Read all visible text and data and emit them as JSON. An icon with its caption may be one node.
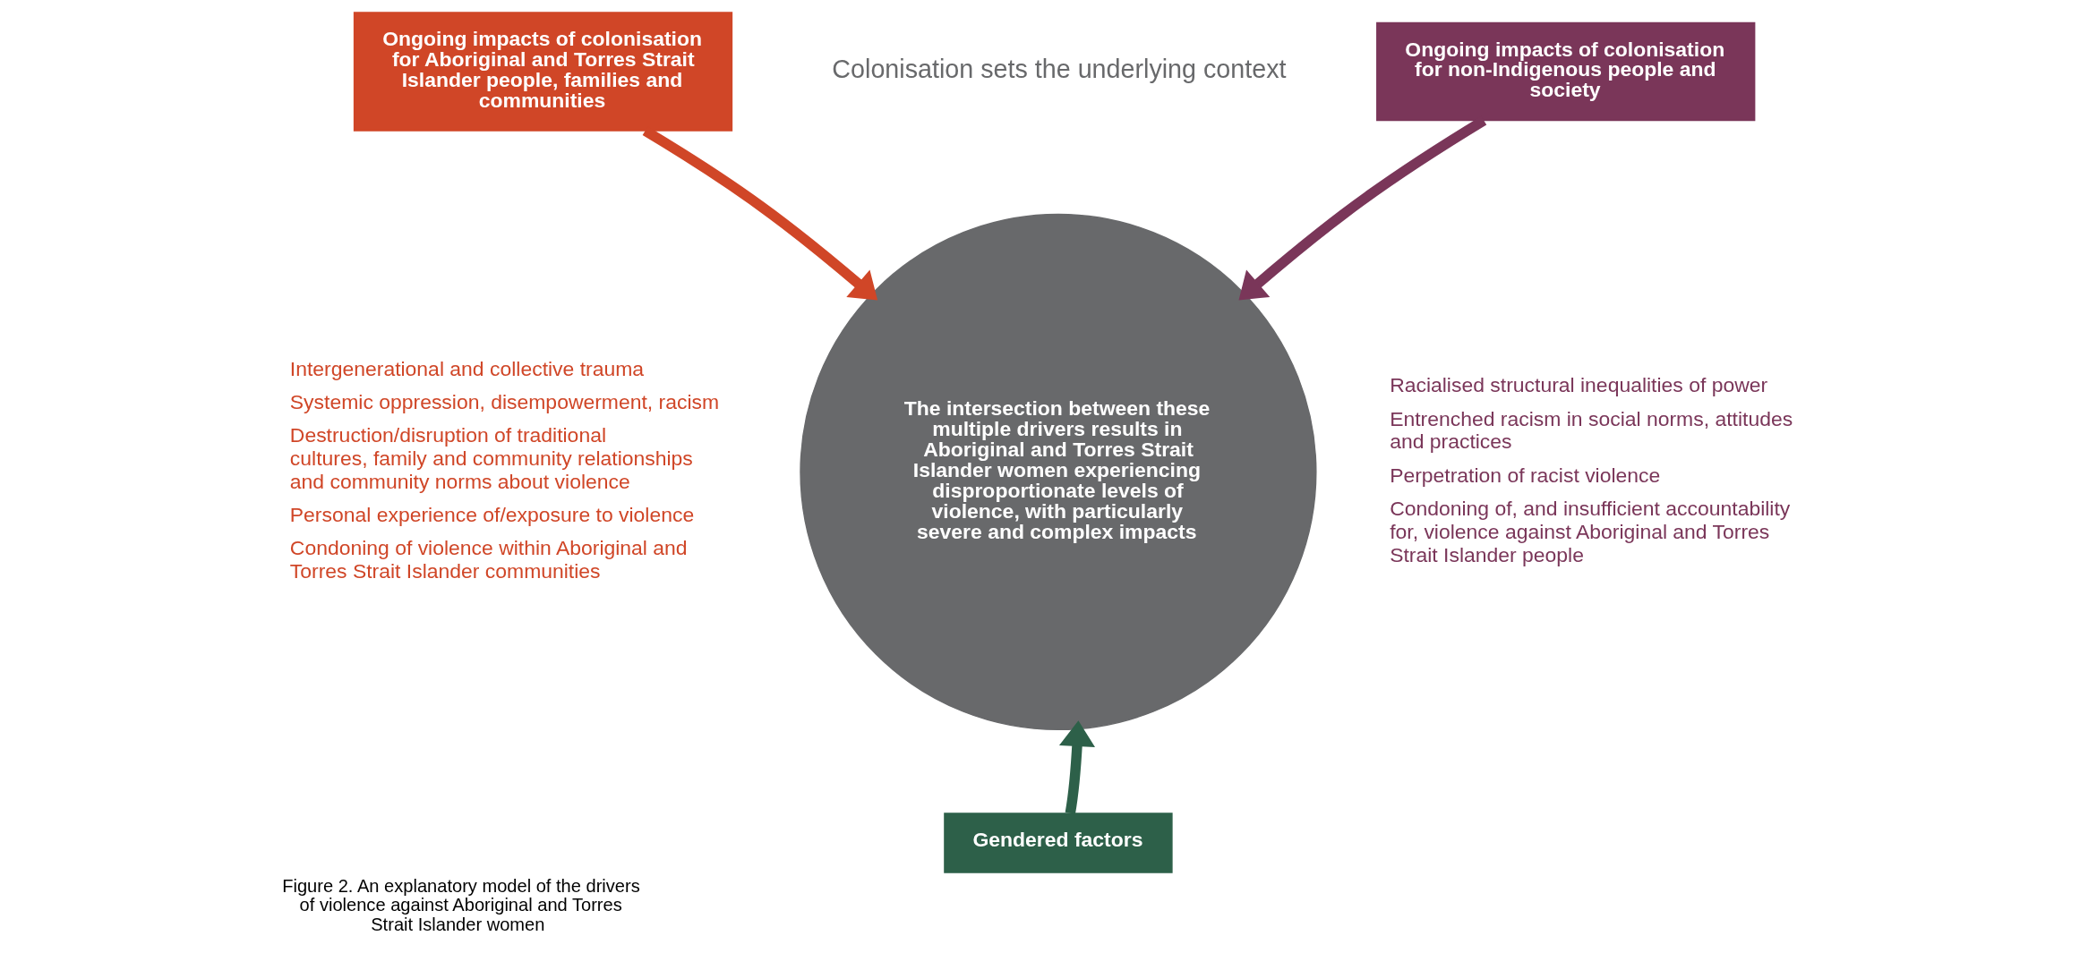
{
  "diagram": {
    "caption": "Figure 2. An explanatory model of the drivers of violence against Aboriginal and Torres Strait Islander women",
    "nodes": [
      {
        "text": [
          "Ongoing impacts of colonisation for Aboriginal and Torres Strait Islander people, families and communities"
        ],
        "beside": [
          "Intergenerational and collective trauma",
          "Systemic oppression, disempowerment, racism",
          "Destruction/disruption of traditional cultures, family and community relationships and community norms about violence",
          "Personal experience of/exposure to violence",
          "Condoning of violence within Aboriginal and Torres Strait Islander communities"
        ]
      },
      {
        "text": [
          "Ongoing impacts of colonisation for non-Indigenous people and society"
        ],
        "beside": [
          "Racialised structural inequalities of power",
          "Entrenched racism in social norms, attitudes and practices",
          "Perpetration of racist violence",
          "Condoning of, and insufficient accountability for, violence against Aboriginal and Torres Strait Islander people"
        ]
      },
      {
        "text": [
          "The intersection between these multiple drivers results in Aboriginal and Torres Strait Islander women experiencing disproportionate levels of violence, with particularly severe and complex impacts"
        ]
      },
      {
        "text": [
          "Gendered factors"
        ]
      }
    ],
    "edges": [
      {
        "from": 0,
        "to": 2,
        "arrow": "to",
        "color": "#d04627"
      },
      {
        "from": 1,
        "to": 2,
        "arrow": "to",
        "color": "#7a3659"
      },
      {
        "from": 3,
        "to": 2,
        "arrow": "to",
        "color": "#2d6049"
      }
    ],
    "labels": [
      "Colonisation sets the underlying context"
    ]
  }
}
